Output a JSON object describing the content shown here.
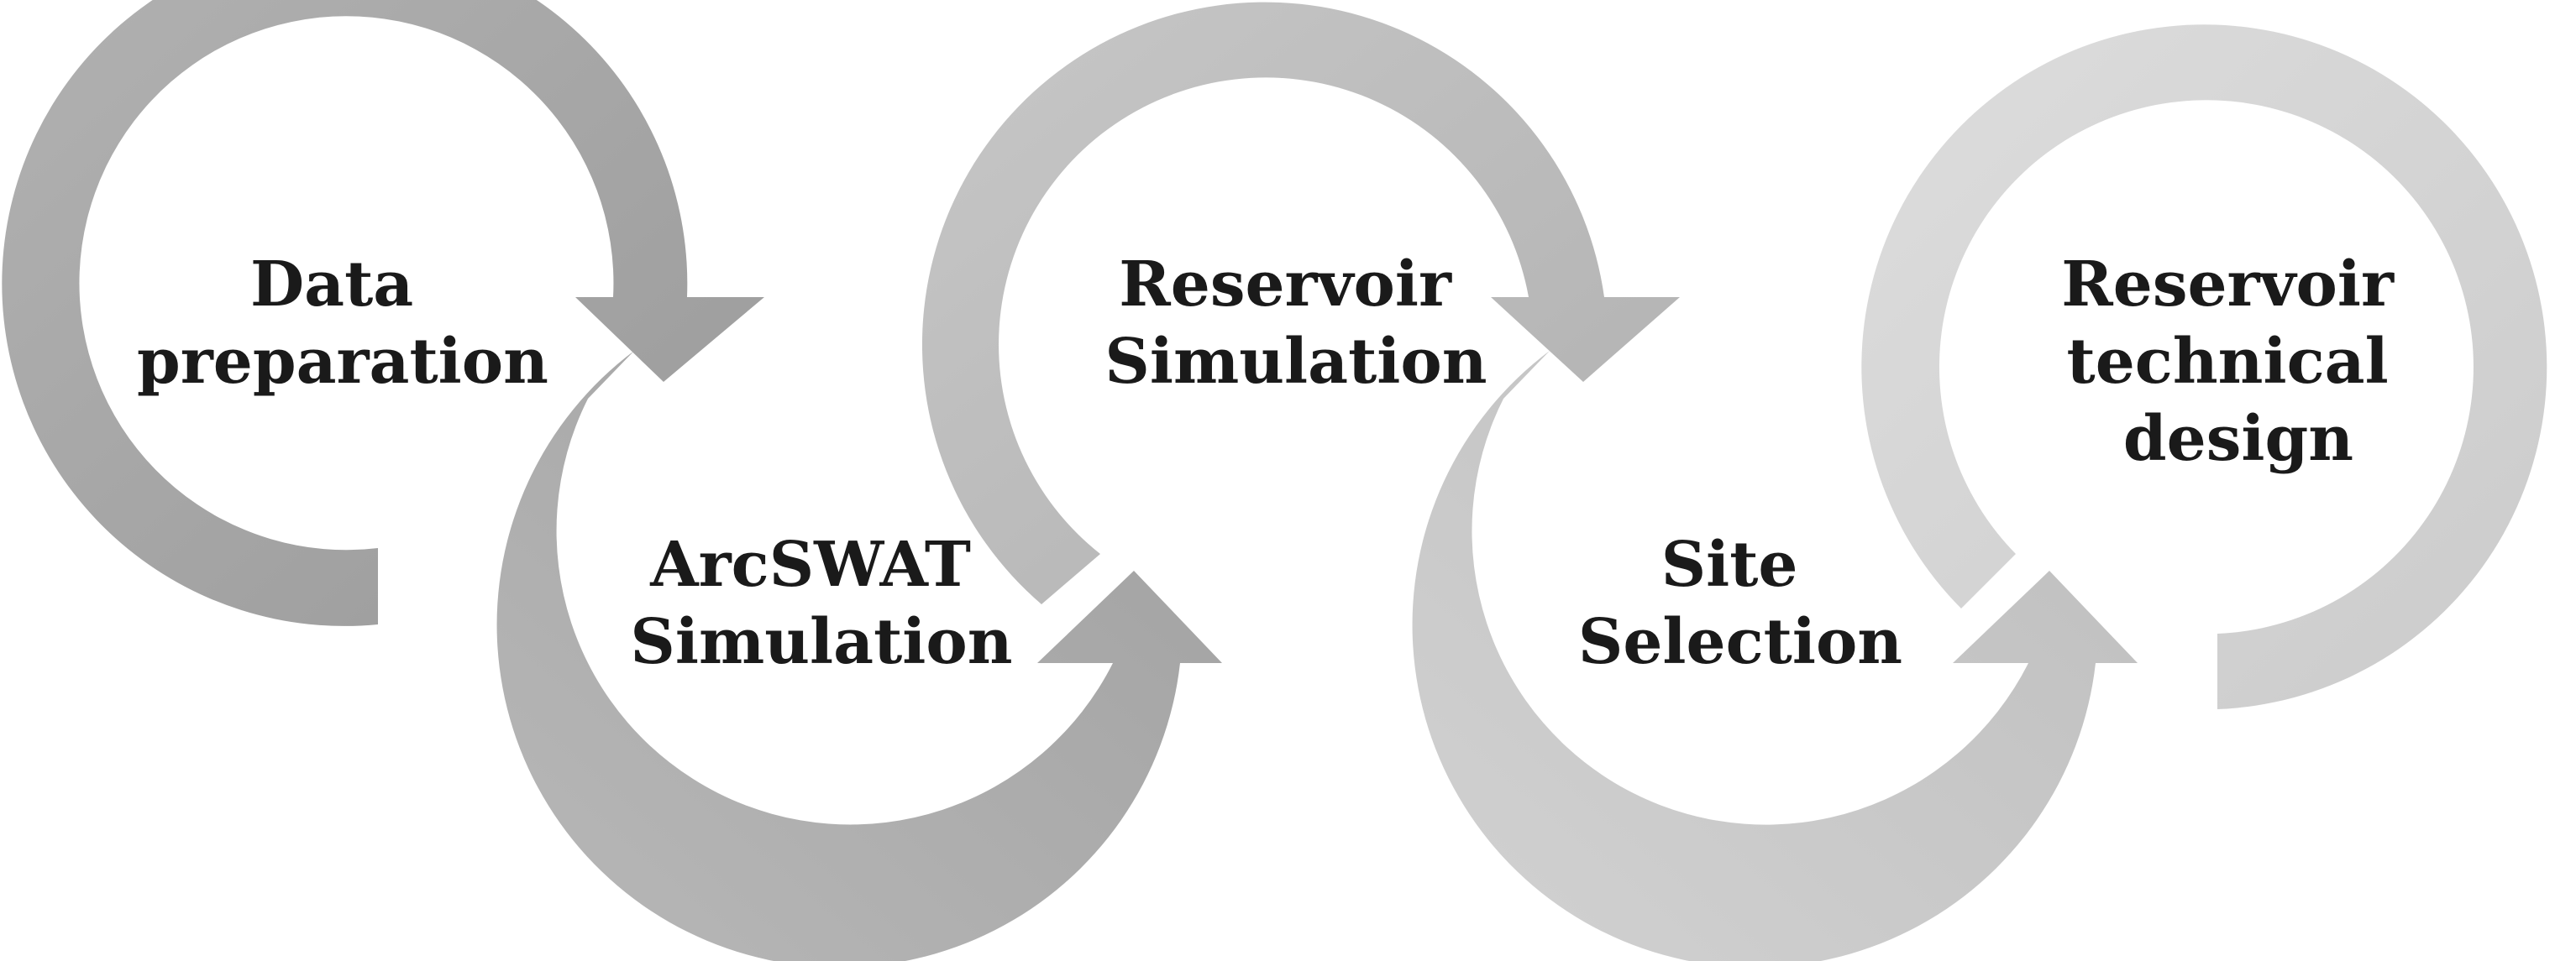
{
  "steps": [
    {
      "label_lines": [
        "Data",
        "preparation"
      ],
      "color": "#a3a3a3"
    },
    {
      "label_lines": [
        "ArcSWAT",
        "Simulation"
      ],
      "color": "#aaaaaa"
    },
    {
      "label_lines": [
        "Reservoir",
        "Simulation"
      ],
      "color": "#b9b9b9"
    },
    {
      "label_lines": [
        "Site",
        "Selection"
      ],
      "color": "#c6c6c6"
    },
    {
      "label_lines": [
        "Reservoir",
        "technical",
        "design"
      ],
      "color": "#d3d3d3"
    }
  ]
}
